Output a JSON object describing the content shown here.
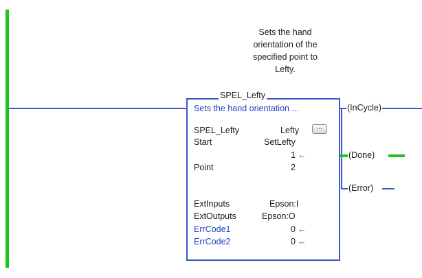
{
  "description": {
    "lines": [
      "Sets the hand",
      "orientation of the",
      "specified point to",
      "Lefty."
    ]
  },
  "block": {
    "title": "SPEL_Lefty",
    "description_truncated": "Sets the hand orientation ...",
    "rows": [
      {
        "label": "SPEL_Lefty",
        "value": "Lefty"
      },
      {
        "label": "Start",
        "value": "SetLefty"
      },
      {
        "label": "",
        "value": "1"
      },
      {
        "label": "Point",
        "value": "2"
      },
      {
        "label": "ExtInputs",
        "value": "Epson:I"
      },
      {
        "label": "ExtOutputs",
        "value": "Epson:O"
      },
      {
        "label": "ErrCode1",
        "value": "0"
      },
      {
        "label": "ErrCode2",
        "value": "0"
      }
    ],
    "arrow_glyph": "←",
    "ellipsis_label": "..."
  },
  "outputs": {
    "incycle": "InCycle",
    "done": "Done",
    "error": "Error"
  },
  "colors": {
    "rung": "#3a58c9",
    "power_rail": "#19c519",
    "energized": "#19c519",
    "tag_blue": "#1f3fc4"
  }
}
